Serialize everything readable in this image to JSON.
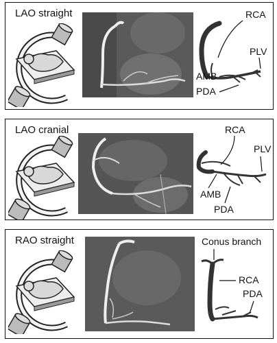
{
  "panels": [
    {
      "view": "LAO straight",
      "labels": {
        "rca": "RCA",
        "plv": "PLV",
        "amb": "AMB",
        "pda": "PDA"
      }
    },
    {
      "view": "LAO cranial",
      "labels": {
        "rca": "RCA",
        "plv": "PLV",
        "amb": "AMB",
        "pda": "PDA"
      }
    },
    {
      "view": "RAO straight",
      "labels": {
        "conus": "Conus branch",
        "rca": "RCA",
        "pda": "PDA"
      }
    }
  ]
}
